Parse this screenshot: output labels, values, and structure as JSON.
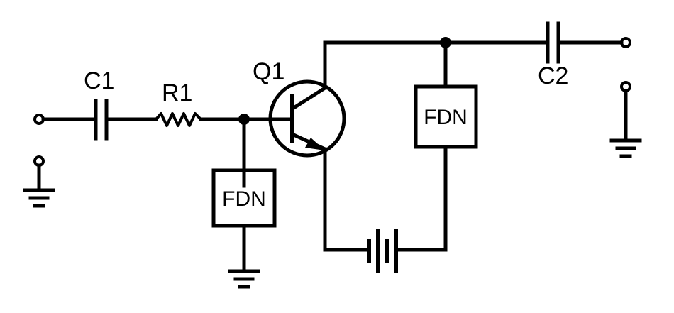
{
  "labels": {
    "c1": "C1",
    "r1": "R1",
    "q1": "Q1",
    "c2": "C2",
    "fdn_base": "FDN",
    "fdn_collector": "FDN"
  }
}
